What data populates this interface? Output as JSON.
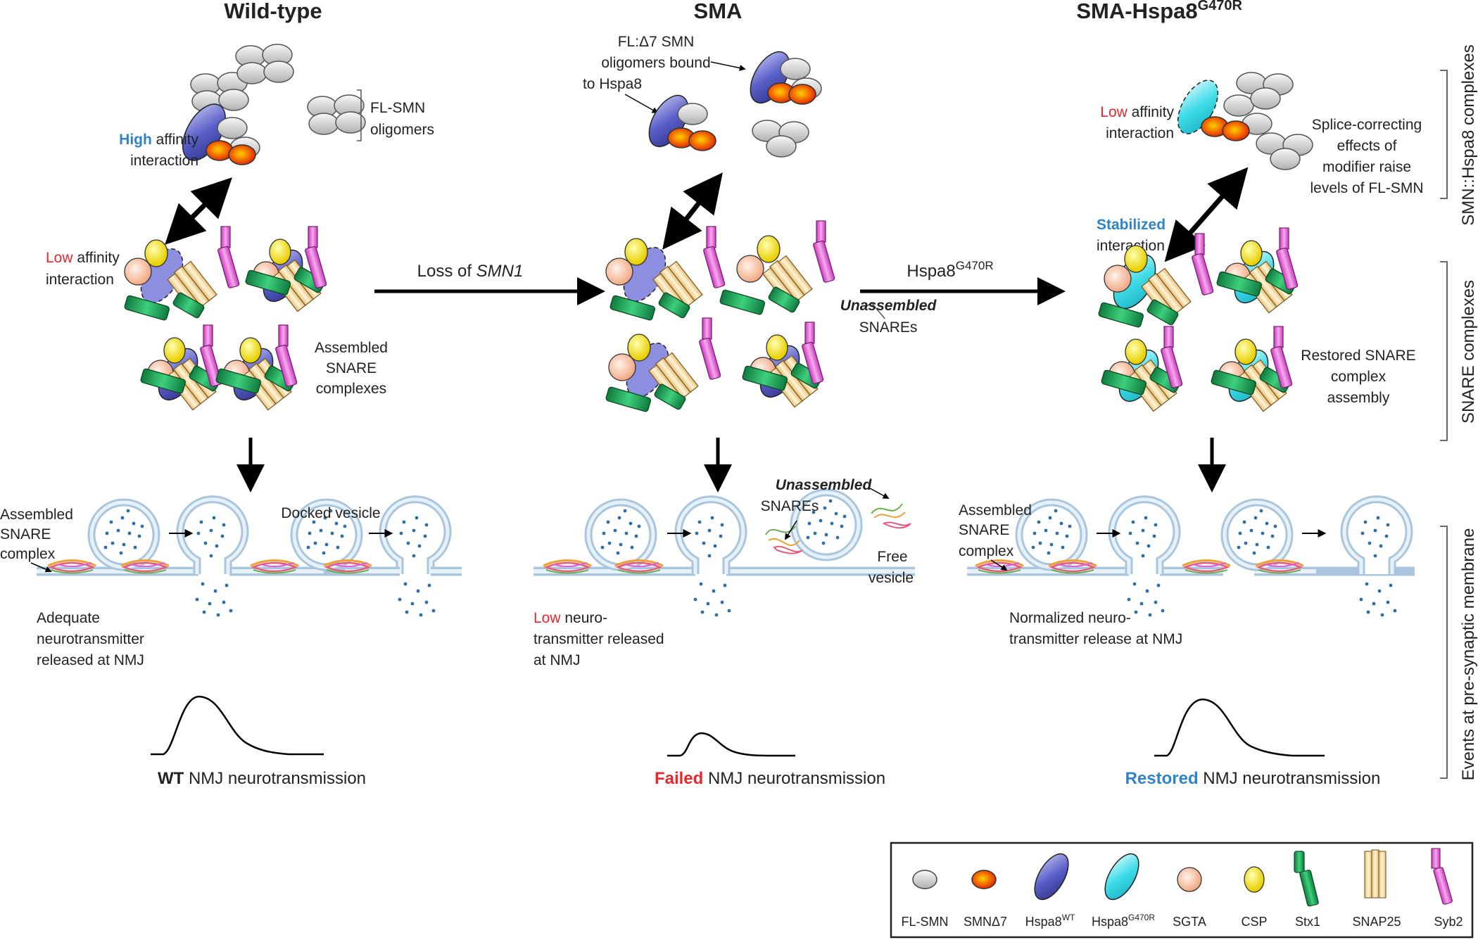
{
  "columns": {
    "wt": {
      "title": "Wild-type",
      "high": "High",
      "affinity_interaction_1": "affinity",
      "affinity_interaction_2": "interaction",
      "fl_smn_1": "FL-SMN",
      "fl_smn_2": "oligomers",
      "low": "Low",
      "low_affinity": "affinity",
      "low_interaction": "interaction",
      "assembled_1": "Assembled",
      "assembled_2": "SNARE",
      "assembled_3": "complexes",
      "nmj_assembled_1": "Assembled",
      "nmj_assembled_2": "SNARE",
      "nmj_assembled_3": "complex",
      "docked": "Docked vesicle",
      "release_1": "Adequate",
      "release_2": "neurotransmitter",
      "release_3": "released at NMJ",
      "result_bold": "WT",
      "result_rest": "NMJ neurotransmission"
    },
    "sma": {
      "title": "SMA",
      "fl_1": "FL:Δ7 SMN",
      "fl_2": "oligomers bound",
      "fl_3": "to Hspa8",
      "unassembled": "Unassembled",
      "snares": "SNAREs",
      "nmj_unassembled": "Unassembled",
      "nmj_snares": "SNAREs",
      "free_1": "Free",
      "free_2": "vesicle",
      "low": "Low",
      "release_1": "neuro-",
      "release_2": "transmitter released",
      "release_3": "at NMJ",
      "result_bold": "Failed",
      "result_rest": "NMJ neurotransmission"
    },
    "mod": {
      "title": "SMA-Hspa8",
      "title_sup": "G470R",
      "low": "Low",
      "low_affinity": "affinity",
      "low_interaction": "interaction",
      "splice_1": "Splice-correcting",
      "splice_2": "effects of",
      "splice_3": "modifier raise",
      "splice_4": "levels of FL-SMN",
      "stabilized": "Stabilized",
      "stabilized_2": "interaction",
      "restored_1": "Restored SNARE",
      "restored_2": "complex",
      "restored_3": "assembly",
      "nmj_assembled_1": "Assembled",
      "nmj_assembled_2": "SNARE",
      "nmj_assembled_3": "complex",
      "release_1": "Normalized neuro-",
      "release_2": "transmitter release at NMJ",
      "result_bold": "Restored",
      "result_rest": "NMJ neurotransmission"
    }
  },
  "arrows": {
    "loss_prefix": "Loss of ",
    "loss_gene": "SMN1",
    "hspa8": "Hspa8",
    "hspa8_sup": "G470R"
  },
  "side_labels": {
    "smn_hspa8": "SMN::Hspa8 complexes",
    "snare": "SNARE complexes",
    "presynaptic": "Events at pre-synaptic membrane"
  },
  "legend": {
    "items": [
      {
        "label": "FL-SMN",
        "sup": "",
        "icon": "fl-smn-icon"
      },
      {
        "label": "SMNΔ7",
        "sup": "",
        "icon": "smn-delta7-icon"
      },
      {
        "label": "Hspa8",
        "sup": "WT",
        "icon": "hspa8-wt-icon"
      },
      {
        "label": "Hspa8",
        "sup": "G470R",
        "icon": "hspa8-g470r-icon"
      },
      {
        "label": "SGTA",
        "sup": "",
        "icon": "sgta-icon"
      },
      {
        "label": "CSP",
        "sup": "",
        "icon": "csp-icon"
      },
      {
        "label": "Stx1",
        "sup": "",
        "icon": "stx1-icon"
      },
      {
        "label": "SNAP25",
        "sup": "",
        "icon": "snap25-icon"
      },
      {
        "label": "Syb2",
        "sup": "",
        "icon": "syb2-icon"
      }
    ]
  },
  "colors": {
    "fl_smn": "#c8c8c8",
    "smn_delta7": "#e8400c",
    "hspa8_wt": "#5a5fc8",
    "hspa8_g470r": "#3fdce8",
    "sgta": "#f6bfa0",
    "csp": "#f2e21a",
    "stx1": "#1e9e55",
    "snap25": "#f6deaa",
    "syb2": "#e060d8",
    "accent_red": "#e8262b",
    "accent_blue": "#2f83c8"
  }
}
